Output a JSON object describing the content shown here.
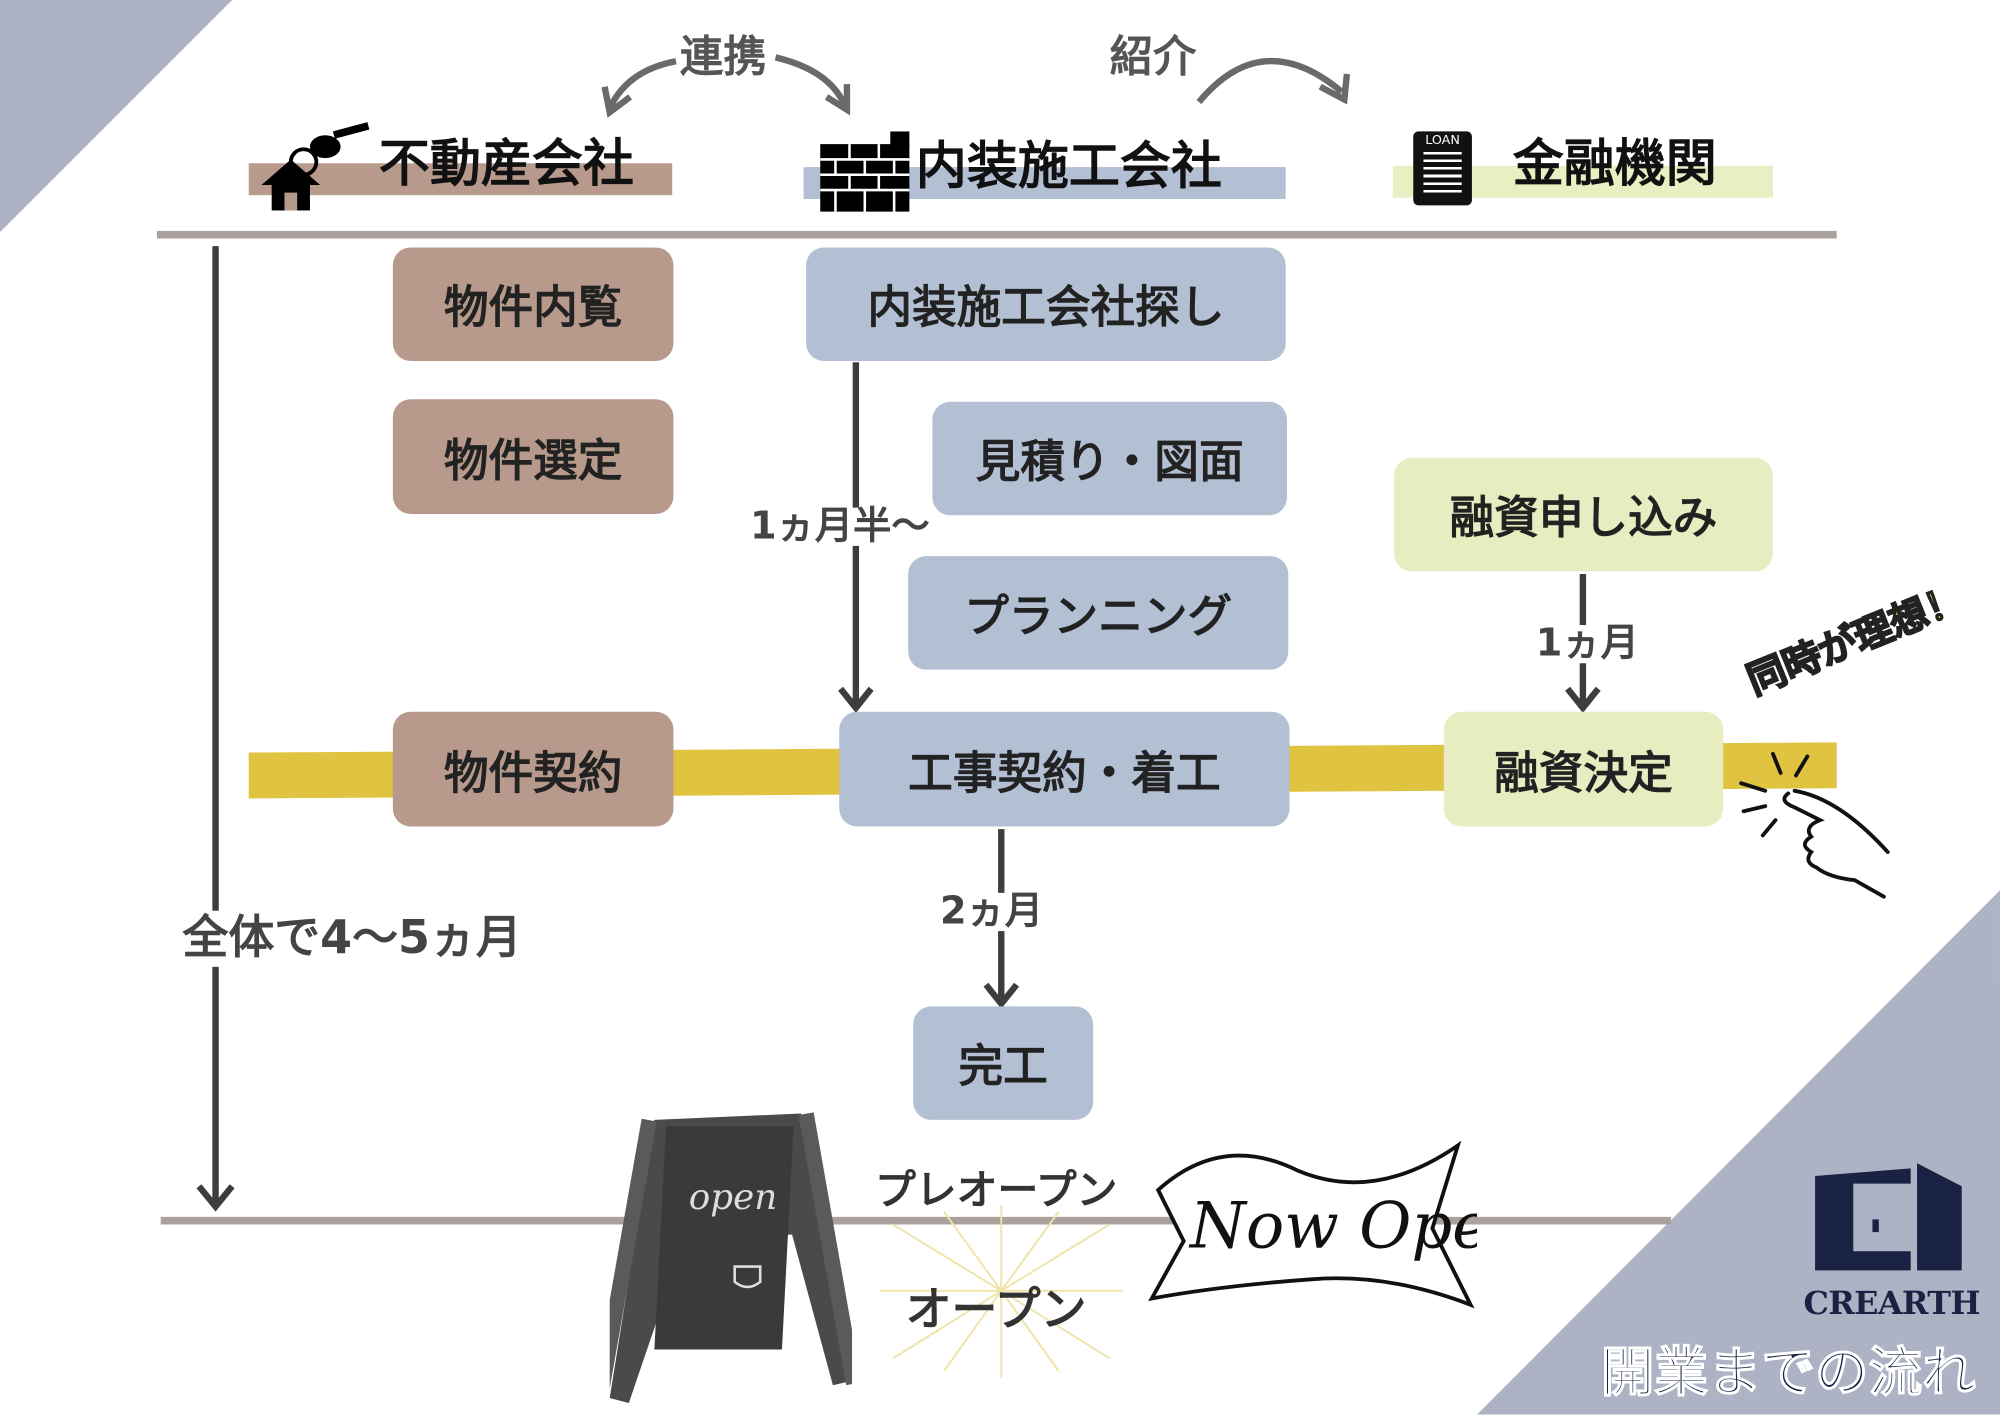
{
  "title": "開業までの流れ",
  "brand": "CREARTH",
  "colors": {
    "brown": "#b89a8c",
    "blue": "#b3bfd3",
    "green": "#e7edc0",
    "yellow": "#e0c341",
    "navy": "#1a2244",
    "corner": "#adb3c5"
  },
  "relations": {
    "link_label": "連携",
    "intro_label": "紹介"
  },
  "columns": [
    {
      "label": "不動産会社",
      "icon": "house-key-icon"
    },
    {
      "label": "内装施工会社",
      "icon": "brick-wall-icon"
    },
    {
      "label": "金融機関",
      "icon": "loan-document-icon",
      "icon_text": "LOAN"
    }
  ],
  "steps": {
    "real_estate": [
      "物件内覧",
      "物件選定",
      "物件契約"
    ],
    "interior": [
      "内装施工会社探し",
      "見積り・図面",
      "プランニング",
      "工事契約・着工",
      "完工"
    ],
    "finance": [
      "融資申し込み",
      "融資決定"
    ]
  },
  "durations": {
    "interior_search": "1ヵ月半～",
    "finance": "1ヵ月",
    "construction": "2ヵ月",
    "total": "全体で4～5ヵ月"
  },
  "callout": "同時が理想！",
  "openings": {
    "pre_open": "プレオープン",
    "open": "オープン",
    "sign_text": "open",
    "banner_text": "Now Open"
  }
}
